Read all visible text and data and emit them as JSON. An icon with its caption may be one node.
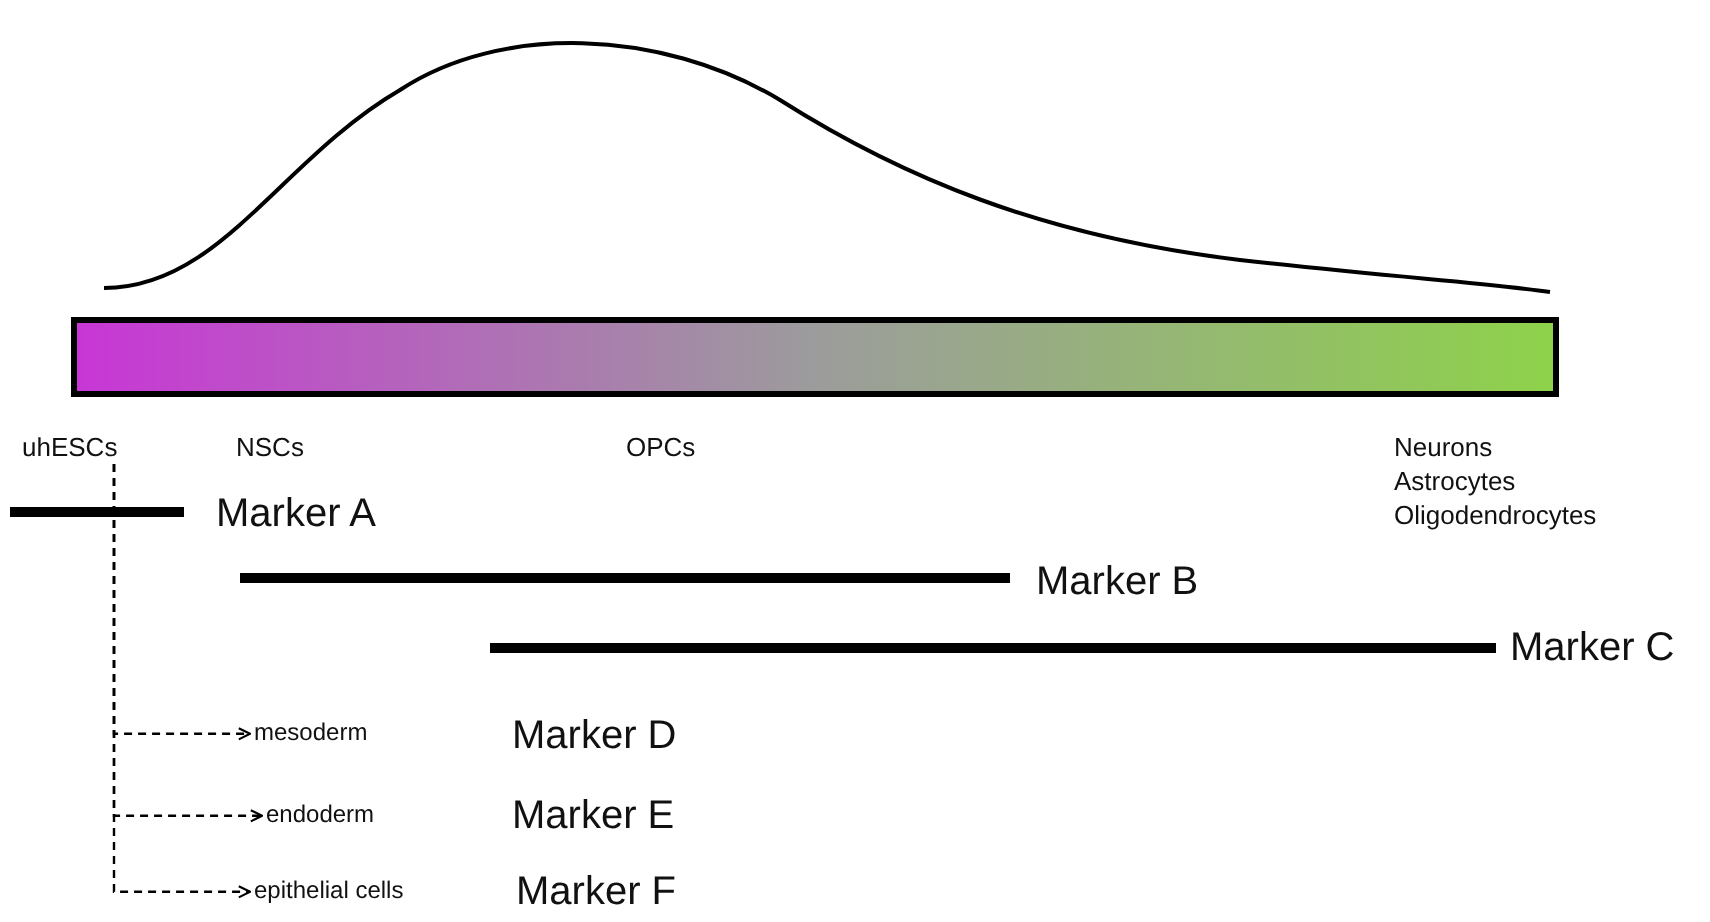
{
  "diagram": {
    "nodes": [
      {
        "text": [
          "uhESCs"
        ]
      },
      {
        "text": [
          "mesoderm"
        ]
      },
      {
        "text": [
          "endoderm"
        ]
      },
      {
        "text": [
          "epithelial cells"
        ]
      }
    ],
    "edges": [
      {
        "from": 0,
        "to": 1,
        "arrow": "to",
        "style": "dashed"
      },
      {
        "from": 0,
        "to": 2,
        "arrow": "to",
        "style": "dashed"
      },
      {
        "from": 0,
        "to": 3,
        "arrow": "to",
        "style": "dashed"
      }
    ],
    "labels": [
      "NSCs",
      "OPCs",
      "Neurons",
      "Astrocytes",
      "Oligodendrocytes",
      "Marker A",
      "Marker B",
      "Marker C",
      "Marker D",
      "Marker E",
      "Marker F"
    ]
  }
}
